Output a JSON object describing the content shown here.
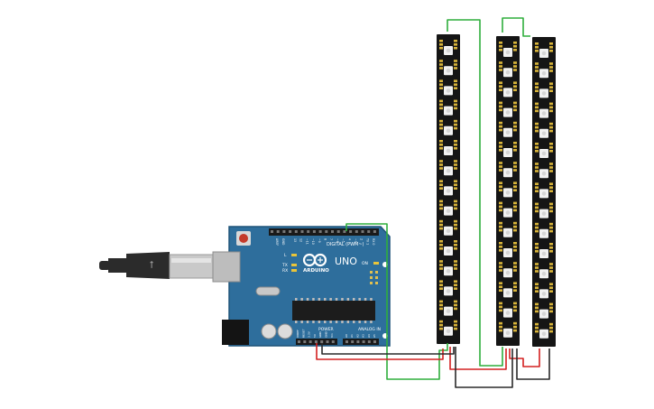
{
  "board": {
    "brand": "ARDUINO",
    "model": "UNO",
    "digital_label": "DIGITAL (PWM~)",
    "power_label": "POWER",
    "analog_label": "ANALOG IN",
    "on_label": "ON",
    "l_label": "L",
    "tx_label": "TX",
    "rx_label": "RX",
    "aref_label": "AREF",
    "gnd_label": "GND",
    "digital_pins": [
      "13",
      "12",
      "~11",
      "~10",
      "~9",
      "8",
      "7",
      "~6",
      "~5",
      "4",
      "~3",
      "2",
      "TX 1",
      "RX 0"
    ],
    "power_pins": [
      "IOREF",
      "RESET",
      "3.3V",
      "5V",
      "GND",
      "GND",
      "Vin"
    ],
    "analog_pins": [
      "A0",
      "A1",
      "A2",
      "A3",
      "A4",
      "A5"
    ]
  },
  "strips": {
    "count": 3,
    "leds_per_strip": 15
  },
  "wires": {
    "data": "#2fae3c",
    "power": "#d32020",
    "ground": "#2a2a2a"
  },
  "colors": {
    "board": "#2e6e9c",
    "board_edge": "#1f5479",
    "strip": "#151515",
    "led_body": "#f2f2f2",
    "pad": "#d9b53a",
    "header": "#1a1a1a",
    "chip": "#1c1c1c",
    "usb_metal": "#cfcfcf",
    "cable": "#2b2b2b"
  }
}
